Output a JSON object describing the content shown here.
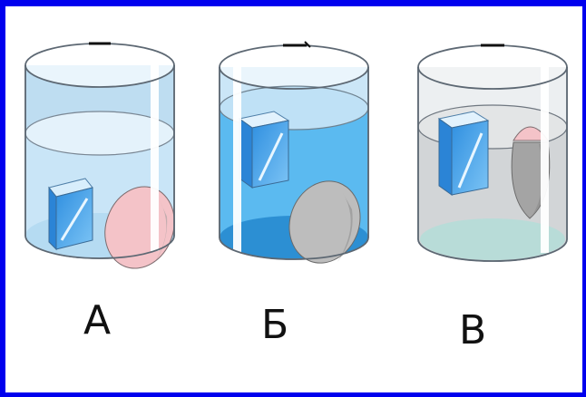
{
  "labels": {
    "a": "А",
    "b": "Б",
    "c": "В"
  },
  "colors": {
    "background": "#0000ee",
    "panel": "#ffffff",
    "water_clear": "#d7ecfb",
    "water_blue": "#52b6ee",
    "liquid_gray": "#d2d5d7",
    "egg_pink": "#f4c3c8",
    "egg_gray": "#bdbdbd",
    "box_blue": "#3a9be8"
  }
}
